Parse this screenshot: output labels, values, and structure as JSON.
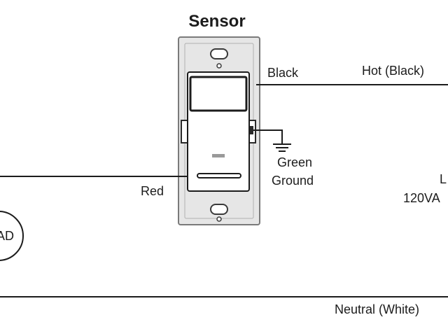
{
  "title": "Sensor",
  "labels": {
    "black": "Black",
    "hot": "Hot (Black)",
    "green": "Green",
    "ground": "Ground",
    "red": "Red",
    "line_partial": "L",
    "voltage_partial": "120VA",
    "load_partial": "AD",
    "neutral": "Neutral (White)"
  },
  "colors": {
    "plate": "#e6e6e6",
    "plate_border": "#7a7a7a",
    "wire": "#1c1c1c",
    "text": "#1c1c1c",
    "body": "#ffffff"
  }
}
